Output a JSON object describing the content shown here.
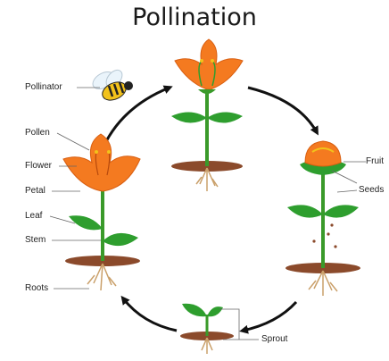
{
  "title": "Pollination",
  "labels": {
    "pollinator": "Pollinator",
    "pollen": "Pollen",
    "flower": "Flower",
    "petal": "Petal",
    "leaf": "Leaf",
    "stem": "Stem",
    "roots": "Roots",
    "fruit": "Fruit",
    "seeds": "Seeds",
    "sprout": "Sprout"
  },
  "colors": {
    "petal": "#f47a20",
    "petal_dark": "#d85f12",
    "leaf": "#2e9e2e",
    "stem": "#3a9a2a",
    "soil": "#8b4a2b",
    "root": "#caa06a",
    "arrow": "#111111",
    "bee_yellow": "#f2c21b"
  }
}
